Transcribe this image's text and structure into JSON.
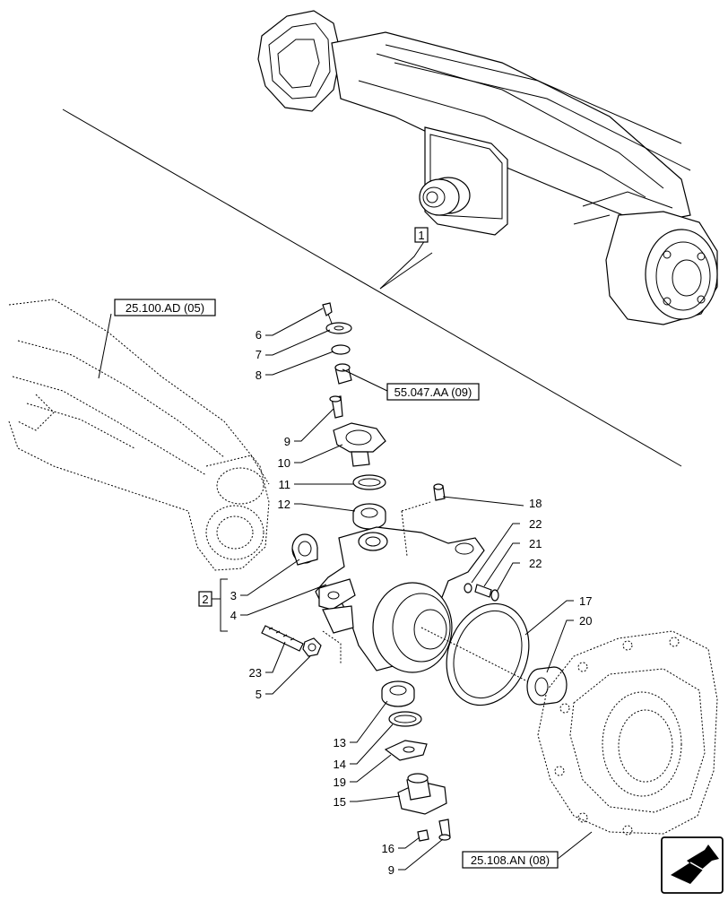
{
  "callouts": [
    {
      "id": "c6",
      "label": "6"
    },
    {
      "id": "c7",
      "label": "7"
    },
    {
      "id": "c8",
      "label": "8"
    },
    {
      "id": "c9a",
      "label": "9"
    },
    {
      "id": "c10",
      "label": "10"
    },
    {
      "id": "c11",
      "label": "11"
    },
    {
      "id": "c12",
      "label": "12"
    },
    {
      "id": "c3",
      "label": "3"
    },
    {
      "id": "c4",
      "label": "4"
    },
    {
      "id": "c23",
      "label": "23"
    },
    {
      "id": "c5",
      "label": "5"
    },
    {
      "id": "c13",
      "label": "13"
    },
    {
      "id": "c14",
      "label": "14"
    },
    {
      "id": "c19",
      "label": "19"
    },
    {
      "id": "c15",
      "label": "15"
    },
    {
      "id": "c16",
      "label": "16"
    },
    {
      "id": "c9b",
      "label": "9"
    },
    {
      "id": "c18",
      "label": "18"
    },
    {
      "id": "c22a",
      "label": "22"
    },
    {
      "id": "c21",
      "label": "21"
    },
    {
      "id": "c22b",
      "label": "22"
    },
    {
      "id": "c17",
      "label": "17"
    },
    {
      "id": "c20",
      "label": "20"
    }
  ],
  "boxed_labels": {
    "assembly_1": "1",
    "assembly_2": "2"
  },
  "references": {
    "axle_housing": "25.100.AD (05)",
    "king_pin": "55.047.AA (09)",
    "hub_carrier": "25.108.AN (08)"
  }
}
